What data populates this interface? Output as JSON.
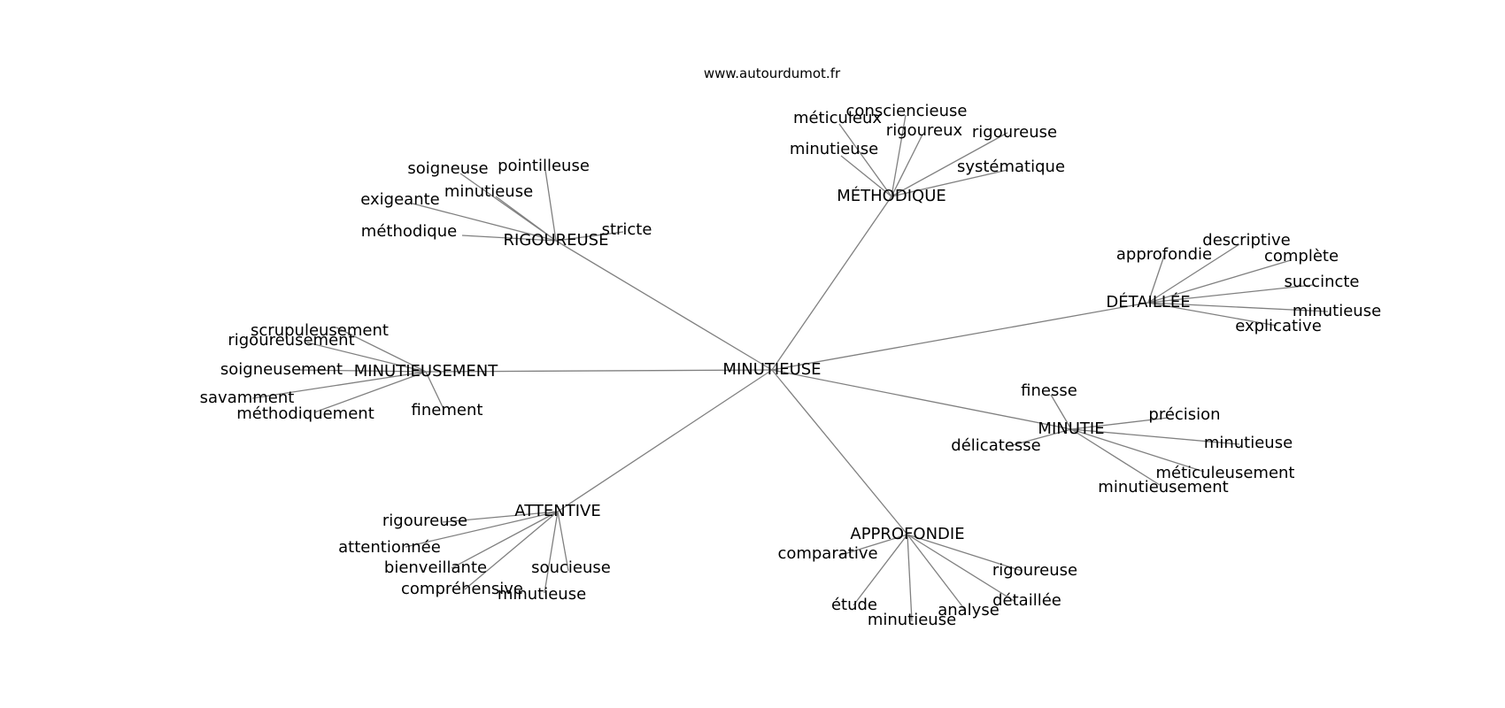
{
  "source": "www.autourdumot.fr",
  "center": "MINUTIEUSE",
  "groups": [
    {
      "label": "MÉTHODIQUE",
      "words": [
        "méticuleux",
        "consciencieuse",
        "rigoureux",
        "rigoureuse",
        "minutieuse",
        "systématique"
      ]
    },
    {
      "label": "RIGOUREUSE",
      "words": [
        "soigneuse",
        "pointilleuse",
        "minutieuse",
        "exigeante",
        "méthodique",
        "stricte"
      ]
    },
    {
      "label": "DÉTAILLÉE",
      "words": [
        "approfondie",
        "descriptive",
        "complète",
        "succincte",
        "minutieuse",
        "explicative"
      ]
    },
    {
      "label": "MINUTIEUSEMENT",
      "words": [
        "scrupuleusement",
        "rigoureusement",
        "soigneusement",
        "savamment",
        "méthodiquement",
        "finement"
      ]
    },
    {
      "label": "MINUTIE",
      "words": [
        "finesse",
        "précision",
        "délicatesse",
        "minutieuse",
        "méticuleusement",
        "minutieusement"
      ]
    },
    {
      "label": "ATTENTIVE",
      "words": [
        "rigoureuse",
        "attentionnée",
        "bienveillante",
        "soucieuse",
        "compréhensive",
        "minutieuse"
      ]
    },
    {
      "label": "APPROFONDIE",
      "words": [
        "comparative",
        "rigoureuse",
        "détaillée",
        "étude",
        "analyse",
        "minutieuse"
      ]
    }
  ]
}
